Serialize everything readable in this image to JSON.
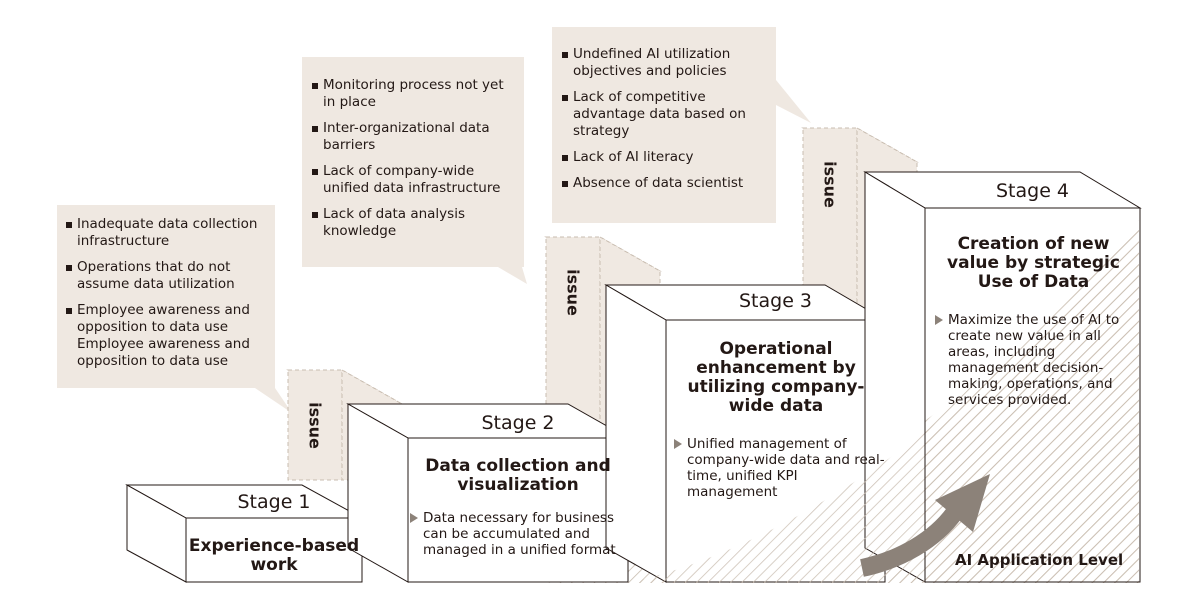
{
  "issue_label": "issue",
  "bubbles": [
    {
      "items": [
        "Inadequate data collection infrastructure",
        "Operations that do not assume data utilization",
        "Employee awareness and opposition to data use Employee awareness and opposition to data use"
      ]
    },
    {
      "items": [
        "Monitoring process not yet in place",
        "Inter-organizational data barriers",
        "Lack of company-wide unified data infrastructure",
        "Lack of data analysis knowledge"
      ]
    },
    {
      "items": [
        "Undefined AI utilization objectives and policies",
        "Lack of competitive advantage data based on strategy",
        "Lack of AI literacy",
        "Absence of data scientist"
      ]
    }
  ],
  "stages": [
    {
      "label": "Stage 1",
      "title": "Experience-based work",
      "description": ""
    },
    {
      "label": "Stage 2",
      "title": "Data collection and visualization",
      "description": "Data necessary for business can be accumulated and managed in a unified format"
    },
    {
      "label": "Stage 3",
      "title": "Operational enhancement by utilizing company-wide data",
      "description": "Unified management of company-wide data and real-time, unified KPI management"
    },
    {
      "label": "Stage 4",
      "title": "Creation of new value by strategic Use of Data",
      "description": "Maximize the use of AI to create new value in all areas, including management decision-making, operations, and services provided."
    }
  ],
  "ai_level_label": "AI Application Level",
  "colors": {
    "bubble_fill": "#efe8e1",
    "issue_fill": "#f0e9e2",
    "issue_stroke": "#c9bdb0",
    "box_stroke": "#231815",
    "arrow": "#8c8279",
    "hatch": "#c9bdb0"
  }
}
